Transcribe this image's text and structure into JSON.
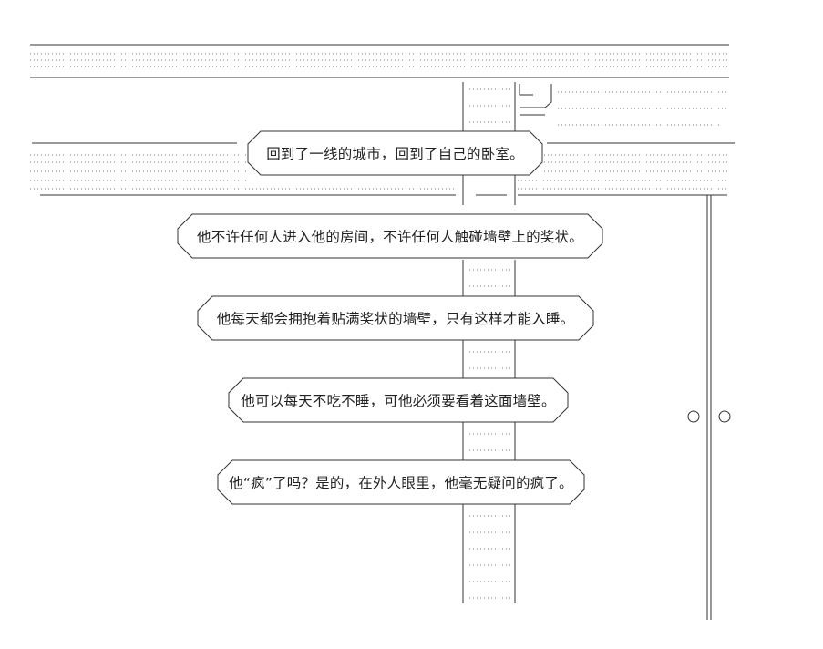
{
  "captions": [
    "回到了一线的城市，回到了自己的卧室。",
    "他不许任何人进入他的房间，不许任何人触碰墙壁上的奖状。",
    "他每天都会拥抱着贴满奖状的墙壁，只有这样才能入睡。",
    "他可以每天不吃不睡，可他必须要看着这面墙壁。",
    "他“疯”了吗？是的，在外人眼里，他毫无疑问的疯了。"
  ]
}
